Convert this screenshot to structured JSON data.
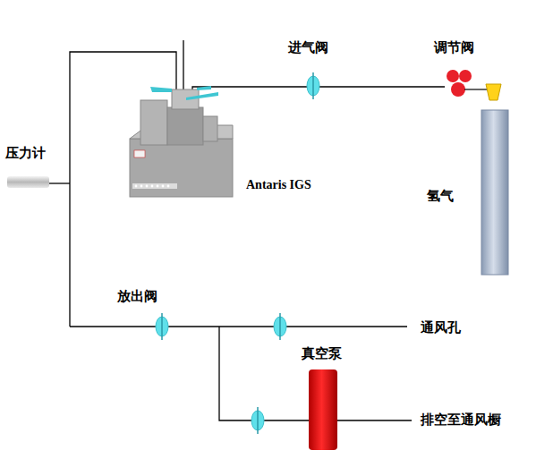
{
  "diagram": {
    "labels": [
      "进气阀",
      "调节阀",
      "压力计",
      "Antaris IGS",
      "氢气",
      "放出阀",
      "通风孔",
      "真空泵",
      "排空至通风橱"
    ]
  }
}
